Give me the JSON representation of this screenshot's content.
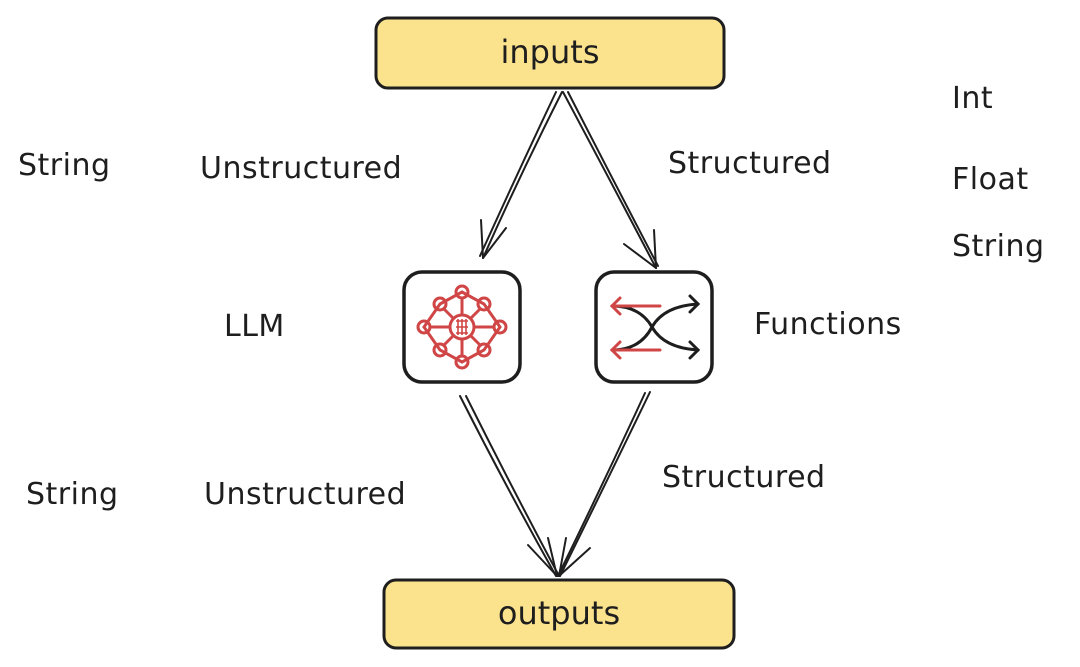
{
  "diagram": {
    "inputs_label": "inputs",
    "outputs_label": "outputs",
    "top_left": {
      "string": "String",
      "unstructured": "Unstructured"
    },
    "top_right": {
      "structured": "Structured",
      "types": [
        "Int",
        "Float",
        "String"
      ]
    },
    "middle": {
      "llm": "LLM",
      "functions": "Functions"
    },
    "bottom_left": {
      "string": "String",
      "unstructured": "Unstructured"
    },
    "bottom_right": {
      "structured": "Structured"
    },
    "colors": {
      "box_fill": "#fbe38e",
      "icon_red": "#d04545",
      "stroke": "#1e1e1e"
    },
    "icons": [
      "neural-network-icon",
      "crossing-arrows-icon"
    ]
  }
}
